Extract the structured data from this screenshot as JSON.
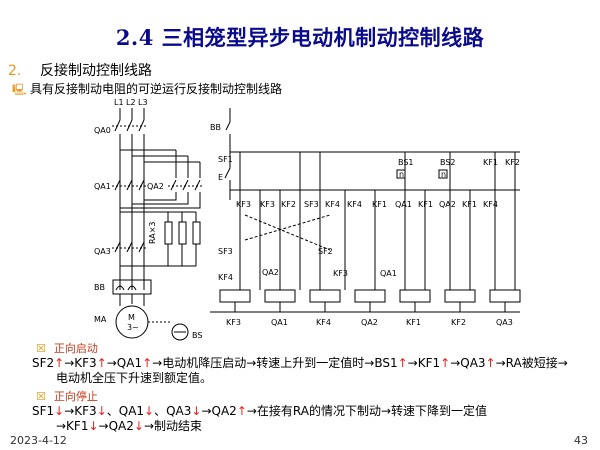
{
  "title": "2.4 三相笼型异步电动机制动控制线路",
  "section": {
    "number": "2.",
    "label": "反接制动控制线路"
  },
  "subtitle": "具有反接制动电阻的可逆运行反接制动控制线路",
  "bullet_icons": {
    "subtitle": "note-icon",
    "forward_start": "checkbox-icon",
    "forward_stop": "checkbox-icon"
  },
  "colors": {
    "title": "#0a0a8c",
    "accent": "#e8961e",
    "section": "#c23c1e",
    "arrow": "#e8201e"
  },
  "forward_start": {
    "heading": "正向启动",
    "line1_segments": [
      "SF2",
      "↑",
      "→KF3",
      "↑",
      "→QA1",
      "↑",
      "→电动机降压启动→转速上升到一定值时→BS1",
      "↑",
      "→KF1",
      "↑",
      "→QA3",
      "↑",
      "→RA被短接→"
    ],
    "line2": "电动机全压下升速到额定值。"
  },
  "forward_stop": {
    "heading": "正向停止",
    "line1_segments": [
      "SF1",
      "↓",
      "→KF3",
      "↓",
      "、QA1",
      "↓",
      "、QA3",
      "↓",
      "→QA2",
      "↑",
      "→在接有RA的情况下制动→转速下降到一定值"
    ],
    "line2_segments": [
      "→KF1",
      "↓",
      "→QA2",
      "↓",
      "→制动结束"
    ]
  },
  "footer": {
    "date": "2023-4-12",
    "page": "43"
  },
  "diagram": {
    "main_labels": {
      "L1": "L1",
      "L2": "L2",
      "L3": "L3",
      "QA0": "QA0",
      "QA1": "QA1",
      "QA2": "QA2",
      "QA3": "QA3",
      "BB": "BB",
      "MA": "MA",
      "BS": "BS",
      "RA": "RA×3",
      "motor_top": "M",
      "motor_bottom": "3~"
    },
    "control_labels": {
      "BB": "BB",
      "SF1": "SF1",
      "E": "E",
      "contacts_row1": [
        "KF3",
        "KF3",
        "KF2",
        "SF3",
        "KF4",
        "KF4",
        "KF1",
        "QA1",
        "KF1",
        "QA2",
        "KF1",
        "KF4"
      ],
      "top_right": [
        "BS1",
        "BS2",
        "KF1",
        "KF2"
      ],
      "n_marks": [
        "n",
        "n"
      ],
      "left_lower": [
        "SF3",
        "KF4"
      ],
      "mid_lower": [
        "QA2",
        "SF2",
        "KF3",
        "QA1"
      ],
      "coils": [
        "KF3",
        "QA1",
        "KF4",
        "QA2",
        "KF1",
        "KF2",
        "QA3"
      ]
    }
  }
}
